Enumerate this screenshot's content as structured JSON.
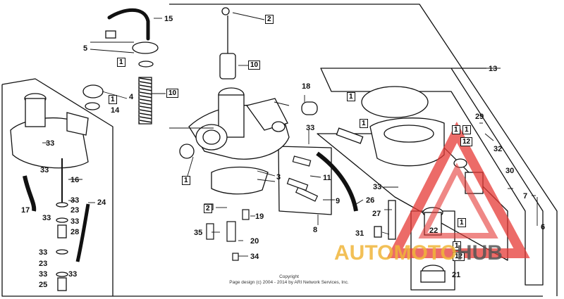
{
  "diagram": {
    "part_numbers": {
      "p2": "2",
      "p3": "3",
      "p4": "4",
      "p5": "5",
      "p6": "6",
      "p7": "7",
      "p8": "8",
      "p9": "9",
      "p10a": "10",
      "p10b": "10",
      "p11": "11",
      "p13": "13",
      "p14": "14",
      "p15": "15",
      "p16": "16",
      "p17": "17",
      "p18": "18",
      "p19": "19",
      "p20": "20",
      "p21": "21",
      "p22": "22",
      "p23a": "23",
      "p23b": "23",
      "p24": "24",
      "p25": "25",
      "p26": "26",
      "p27": "27",
      "p28": "28",
      "p29": "29",
      "p30": "30",
      "p31": "31",
      "p32": "32",
      "p33a": "33",
      "p33b": "33",
      "p33c": "33",
      "p33d": "33",
      "p33e": "33",
      "p33f": "33",
      "p33g": "33",
      "p33h": "33",
      "p33i": "33",
      "p33j": "33",
      "p34": "34",
      "p35": "35"
    },
    "kit_boxes": {
      "b1a": "1",
      "b1b": "1",
      "b1c": "1",
      "b1d": "1",
      "b1e": "1",
      "b1f": "1",
      "b1g": "1",
      "b1h": "1",
      "b1i": "1",
      "b2a": "2",
      "b2b": "2",
      "b12a": "12",
      "b12b": "12"
    },
    "copyright_line1": "Copyright",
    "copyright_line2": "Page design (c) 2004 - 2014 by ARI Network Services, Inc."
  },
  "watermark": {
    "brand_part1": "AUTOMOTO",
    "brand_part2": "HUB",
    "colors": {
      "accent": "#e53935",
      "gold": "#f0b63a",
      "gray": "#555555"
    }
  }
}
